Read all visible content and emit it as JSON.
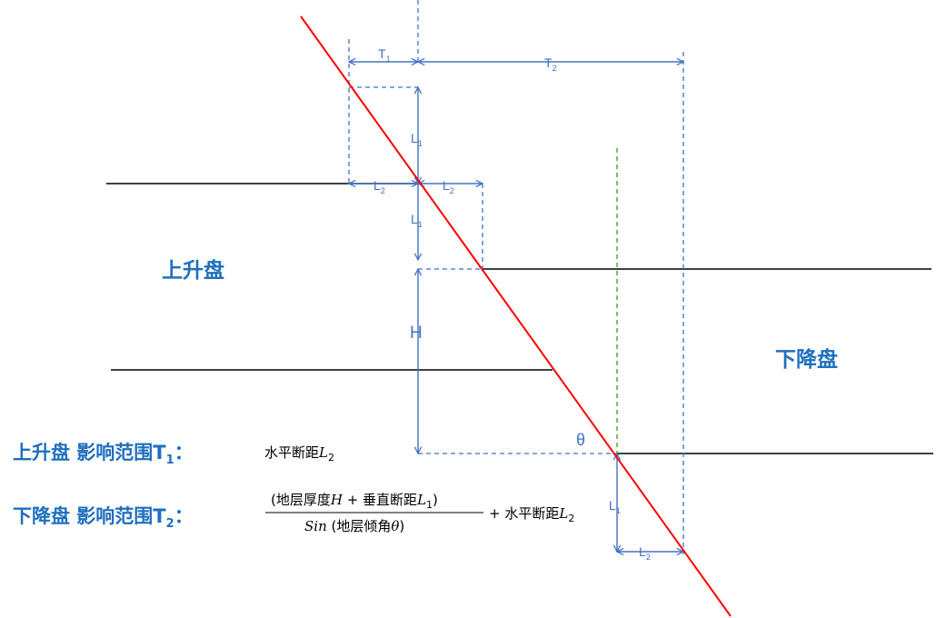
{
  "colors": {
    "fault": "#ff0000",
    "dim": "#4472c4",
    "region_label": "#1f6fbf",
    "bed": "#000000",
    "green_ref": "#5fb040"
  },
  "labels": {
    "T1": {
      "main": "T",
      "sub": "1"
    },
    "T2": {
      "main": "T",
      "sub": "2"
    },
    "L1": {
      "main": "L",
      "sub": "1"
    },
    "L2": {
      "main": "L",
      "sub": "2"
    },
    "H": "H",
    "theta": "θ"
  },
  "regions": {
    "upthrown": "上升盘",
    "downthrown": "下降盘"
  },
  "legend": {
    "row1": {
      "head": "上升盘  影响范围T",
      "head_sub": "1",
      "colon": "：",
      "text": "水平断距",
      "var": "L",
      "var_sub": "2"
    },
    "row2": {
      "head": "下降盘  影响范围T",
      "head_sub": "2",
      "colon": "：",
      "num_open": "(地层厚度",
      "num_H": "H",
      "num_plus": " + 垂直断距",
      "num_L": "L",
      "num_L_sub": "1",
      "num_close": ")",
      "den_sin": "Sin",
      "den_open": " (地层倾角",
      "den_theta": "θ",
      "den_close": ")",
      "tail": "+ 水平断距",
      "tail_var": "L",
      "tail_sub": "2"
    }
  }
}
